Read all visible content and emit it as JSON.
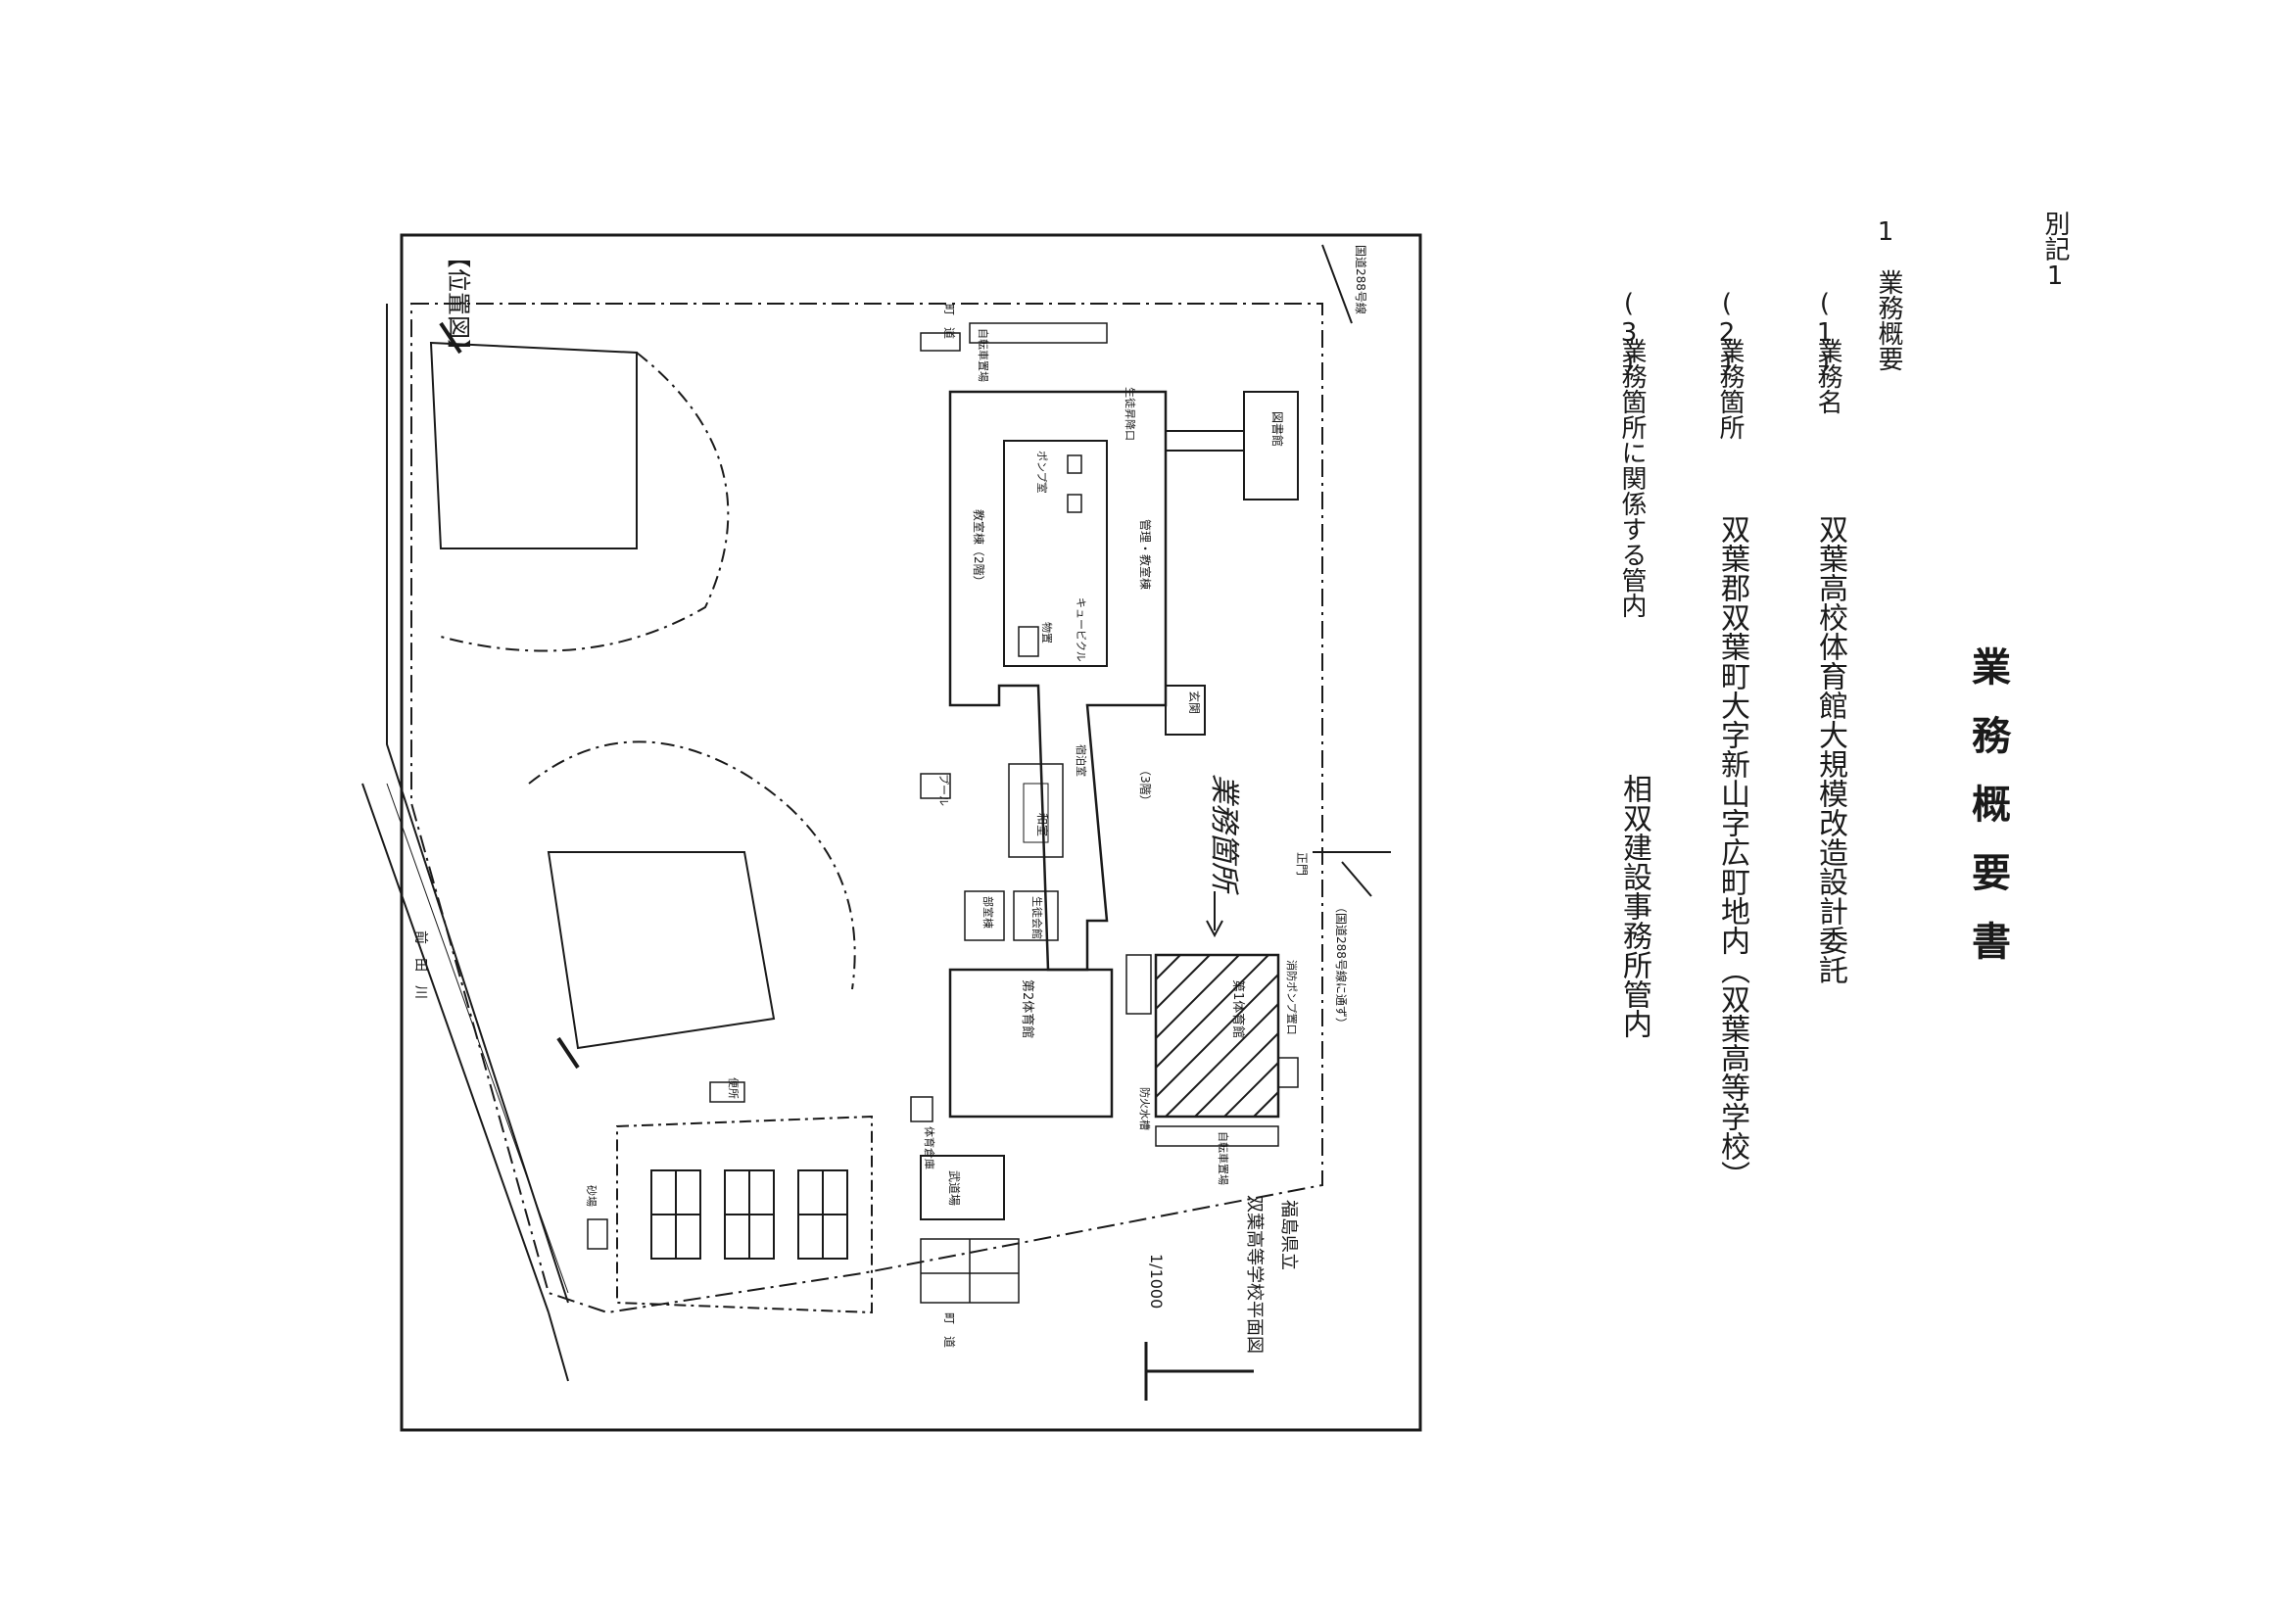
{
  "document": {
    "annex_label": "別記1",
    "title": "業務概要書",
    "section_number": "1",
    "section_heading": "業務概要",
    "items": [
      {
        "number": "(1)",
        "label": "業務名",
        "value": "双葉高校体育館大規模改造設計委託"
      },
      {
        "number": "(2)",
        "label": "業務箇所",
        "value": "双葉郡双葉町大字新山字広町地内（双葉高等学校）"
      },
      {
        "number": "(3)",
        "label": "業務箇所に関係する管内",
        "value": "相双建設事務所管内"
      }
    ]
  },
  "map": {
    "frame_label": "【位置図】",
    "title_line1": "福島県立",
    "title_line2": "双葉高等学校平面図",
    "scale": "1/1000",
    "handwritten_annotation": "業務箇所",
    "labels": {
      "national_route_top": "国道288号線",
      "national_route_side": "（国道288号線に通ず）",
      "town_road_top": "町　道",
      "town_road_bottom": "町　道",
      "river": "前　田　川",
      "library": "図書館",
      "admin_building": "管理・教室棟",
      "classroom_building": "教室棟（2階）",
      "three_floor": "（3階）",
      "entrance": "玄関",
      "main_gate": "正門",
      "pump_room": "ポンプ室",
      "cubicle": "キュービクル",
      "storage": "物置",
      "bike_parking": "自転車置場",
      "student_entrance": "生徒昇降口",
      "martial_arts": "武道場",
      "pool": "プール",
      "gym1": "第1体育館",
      "gym2": "第2体育館",
      "club_room": "部室棟",
      "student_hall": "生徒会館",
      "toilet": "便所",
      "sports_storage": "体育倉庫",
      "sandpit": "砂場",
      "bike_parking2": "自転車置場",
      "fire_tank": "防火水槽",
      "fire_pump": "消防ポンプ置口",
      "japanese_room": "和室",
      "lodging": "宿泊室"
    }
  }
}
